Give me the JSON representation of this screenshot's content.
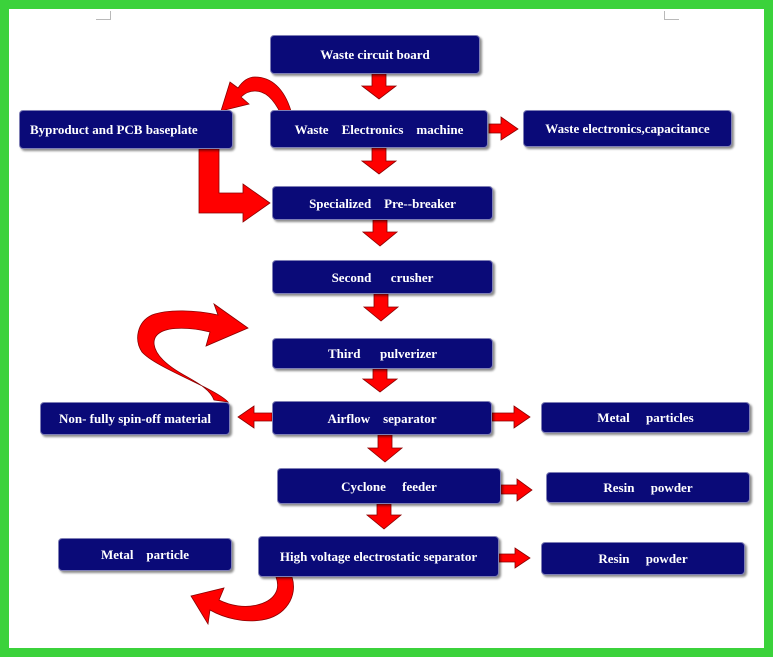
{
  "nodes": {
    "waste_circuit_board": "Waste circuit board",
    "waste_electronics_machine": "Waste    Electronics    machine",
    "byproduct_pcb_baseplate": "Byproduct and PCB baseplate",
    "waste_electronics_capacitance": "Waste electronics,capacitance",
    "specialized_pre_breaker": "Specialized    Pre--breaker",
    "second_crusher": "Second      crusher",
    "third_pulverizer": "Third      pulverizer",
    "airflow_separator": "Airflow    separator",
    "non_fully_spin_off_material": "Non- fully spin-off material",
    "metal_particles": "Metal     particles",
    "cyclone_feeder": "Cyclone     feeder",
    "resin_powder_1": "Resin     powder",
    "high_voltage_electrostatic_separator": "High voltage electrostatic separator",
    "metal_particle": "Metal    particle",
    "resin_powder_2": "Resin     powder"
  },
  "colors": {
    "node_fill": "#0a0a78",
    "arrow_fill": "#ff0000",
    "frame": "#3bd23b",
    "page": "#ffffff"
  }
}
